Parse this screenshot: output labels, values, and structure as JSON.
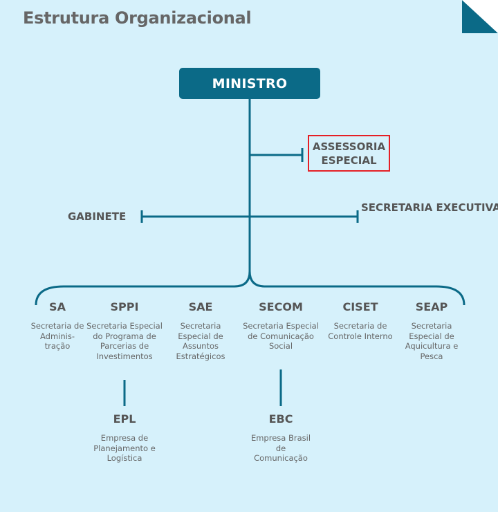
{
  "title": "Estrutura Organizacional",
  "colors": {
    "background": "#d6f1fb",
    "primary": "#0b6a87",
    "highlight": "#e51f25",
    "text": "#555555"
  },
  "minister": "MINISTRO",
  "assessoria": "ASSESSORIA ESPECIAL",
  "gabinete": "GABINETE",
  "secretaria_executiva": "SECRETARIA EXECUTIVA",
  "units": [
    {
      "abbr": "SA",
      "desc": "Secretaria de Adminis-tração"
    },
    {
      "abbr": "SPPI",
      "desc": "Secretaria Especial do Programa de Parcerias de Investimentos"
    },
    {
      "abbr": "SAE",
      "desc": "Secretaria Especial de Assuntos Estratégicos"
    },
    {
      "abbr": "SECOM",
      "desc": "Secretaria Especial de Comunicação Social"
    },
    {
      "abbr": "CISET",
      "desc": "Secretaria de Controle Interno"
    },
    {
      "abbr": "SEAP",
      "desc": "Secretaria Especial de Aquicultura e Pesca"
    }
  ],
  "sub_units": [
    {
      "abbr": "EPL",
      "desc": "Empresa de Planejamento e Logística"
    },
    {
      "abbr": "EBC",
      "desc": "Empresa Brasil de Comunicação"
    }
  ]
}
